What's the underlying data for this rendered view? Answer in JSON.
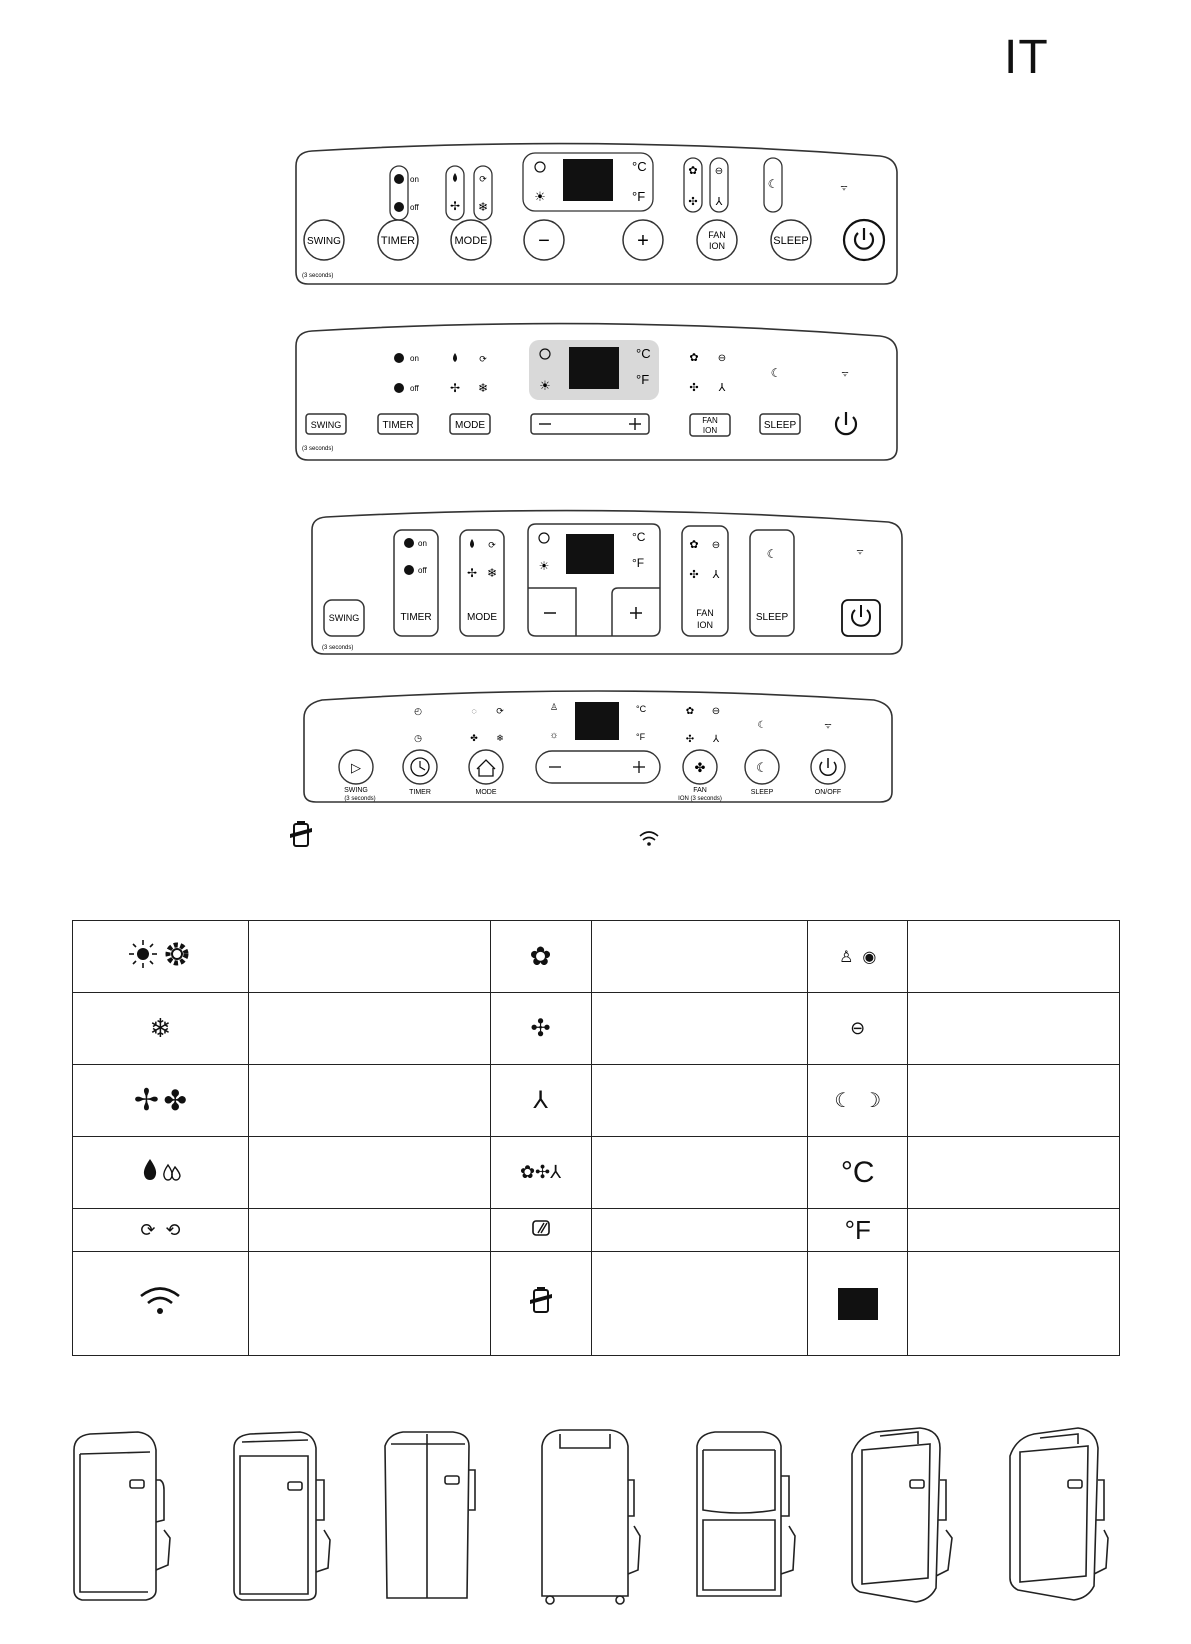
{
  "page": {
    "language_code": "IT"
  },
  "panels": {
    "p1": {
      "timer_on": "on",
      "timer_off": "off",
      "unit_c": "°C",
      "unit_f": "°F",
      "btn_swing": "SWING",
      "btn_timer": "TIMER",
      "btn_mode": "MODE",
      "btn_minus": "−",
      "btn_plus": "+",
      "btn_fan_l1": "FAN",
      "btn_fan_l2": "ION",
      "btn_sleep": "SLEEP",
      "wifi_hint": "(3 seconds)"
    },
    "p2": {
      "timer_on": "on",
      "timer_off": "off",
      "unit_c": "°C",
      "unit_f": "°F",
      "btn_swing": "SWING",
      "btn_timer": "TIMER",
      "btn_mode": "MODE",
      "btn_fan_l1": "FAN",
      "btn_fan_l2": "ION",
      "btn_sleep": "SLEEP",
      "wifi_hint": "(3 seconds)"
    },
    "p3": {
      "timer_on": "on",
      "timer_off": "off",
      "unit_c": "°C",
      "unit_f": "°F",
      "btn_swing": "SWING",
      "btn_timer": "TIMER",
      "btn_mode": "MODE",
      "btn_fan_l1": "FAN",
      "btn_fan_l2": "ION",
      "btn_sleep": "SLEEP",
      "wifi_hint": "(3 seconds)"
    },
    "p4": {
      "unit_c": "°C",
      "unit_f": "°F",
      "btn_swing": "SWING",
      "btn_swing_hint": "(3 seconds)",
      "btn_timer": "TIMER",
      "btn_mode": "MODE",
      "btn_fan": "FAN",
      "btn_fan_hint": "ION (3 seconds)",
      "btn_sleep": "SLEEP",
      "btn_onoff": "ON/OFF"
    }
  },
  "legend": {
    "unit_c": "°C",
    "unit_f": "°F",
    "icons": [
      "sun-gear-icon",
      "fan-high-icon",
      "person-icon",
      "snowflake-icon",
      "fan-medium-icon",
      "ion-icon",
      "fan-mode-icon",
      "fan-low-icon",
      "sleep-moon-icon",
      "drop-icon",
      "fan-auto-icon",
      "celsius-icon",
      "auto-mode-icon",
      "filter-icon",
      "fahrenheit-icon",
      "wifi-icon",
      "tank-full-icon",
      "display-icon"
    ]
  }
}
